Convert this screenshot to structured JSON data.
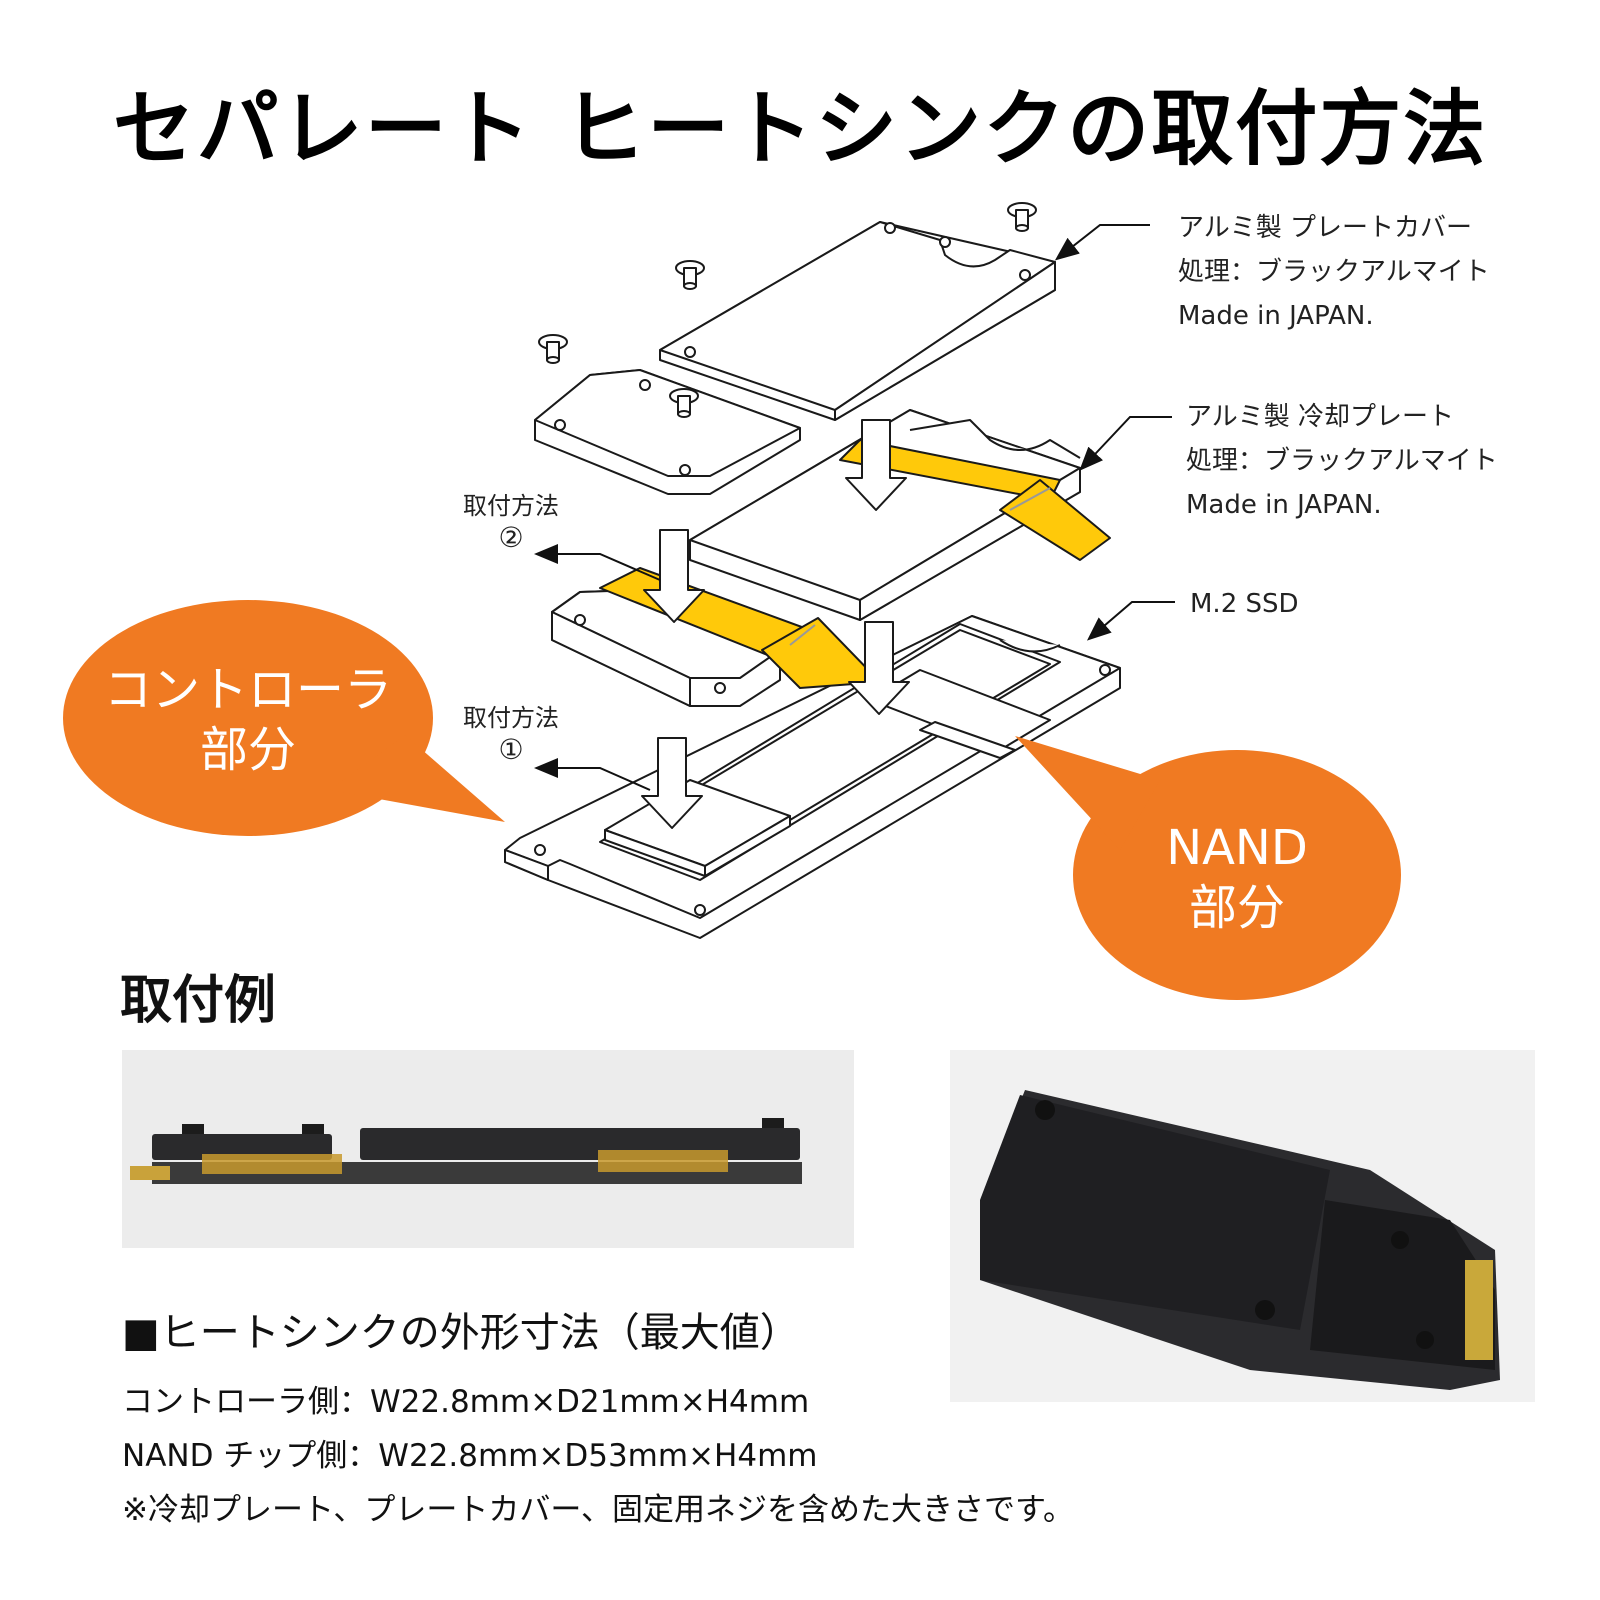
{
  "title": "セパレート ヒートシンクの取付方法",
  "callouts": {
    "cover": {
      "title": "アルミ製 プレートカバー",
      "process": "処理：ブラックアルマイト",
      "origin": "Made in JAPAN."
    },
    "cooling": {
      "title": "アルミ製 冷却プレート",
      "process": "処理：ブラックアルマイト",
      "origin": "Made in JAPAN."
    },
    "ssd": {
      "title": "M.2 SSD"
    }
  },
  "steps": [
    {
      "label": "取付方法",
      "number": "②"
    },
    {
      "label": "取付方法",
      "number": "①"
    }
  ],
  "bubbles": {
    "controller": {
      "line1": "コントローラ",
      "line2": "部分"
    },
    "nand": {
      "line1": "NAND",
      "line2": "部分"
    }
  },
  "colors": {
    "bubble": "#f07a22",
    "pad": "#ffc90a",
    "line": "#1a1a1a"
  },
  "example": {
    "heading": "取付例"
  },
  "dimensions": {
    "heading": "■ヒートシンクの外形寸法（最大値）",
    "lines": [
      "コントローラ側：W22.8mm×D21mm×H4mm",
      "NAND チップ側：W22.8mm×D53mm×H4mm",
      "※冷却プレート、プレートカバー、固定用ネジを含めた大きさです。"
    ]
  }
}
